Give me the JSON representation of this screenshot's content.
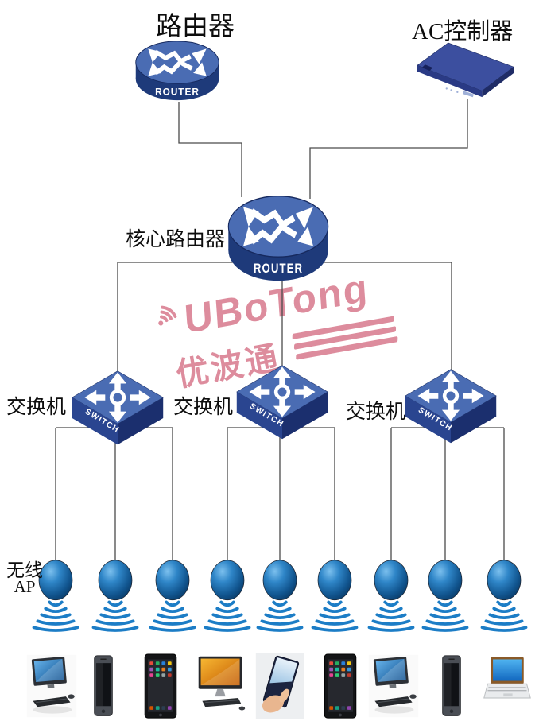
{
  "nodes": {
    "router": {
      "label": "路由器",
      "device_text": "ROUTER"
    },
    "ac_controller": {
      "label": "AC控制器"
    },
    "core_router": {
      "label": "核心路由器",
      "device_text": "ROUTER"
    },
    "switches": [
      {
        "label": "交换机",
        "device_text": "SWITCH"
      },
      {
        "label": "交换机",
        "device_text": "SWITCH"
      },
      {
        "label": "交换机",
        "device_text": "SWITCH"
      }
    ],
    "wireless_ap": {
      "label_line1": "无线",
      "label_line2": "AP",
      "count": 9
    },
    "clients": [
      {
        "type": "desktop-pc"
      },
      {
        "type": "smartphone"
      },
      {
        "type": "tablet"
      },
      {
        "type": "all-in-one-pc"
      },
      {
        "type": "hand-tablet"
      },
      {
        "type": "tablet"
      },
      {
        "type": "desktop-pc"
      },
      {
        "type": "smartphone"
      },
      {
        "type": "laptop"
      }
    ]
  },
  "watermark": {
    "latin": "UBoTong",
    "cn": "优波通"
  },
  "colors": {
    "device_blue_top": "#4a6cb3",
    "device_blue_side": "#1e3a7a",
    "switch_face": "#2a4590",
    "ap_signal": "#1c7dc6",
    "watermark_pink": "#d8798c",
    "wire": "#4a4a4a"
  }
}
